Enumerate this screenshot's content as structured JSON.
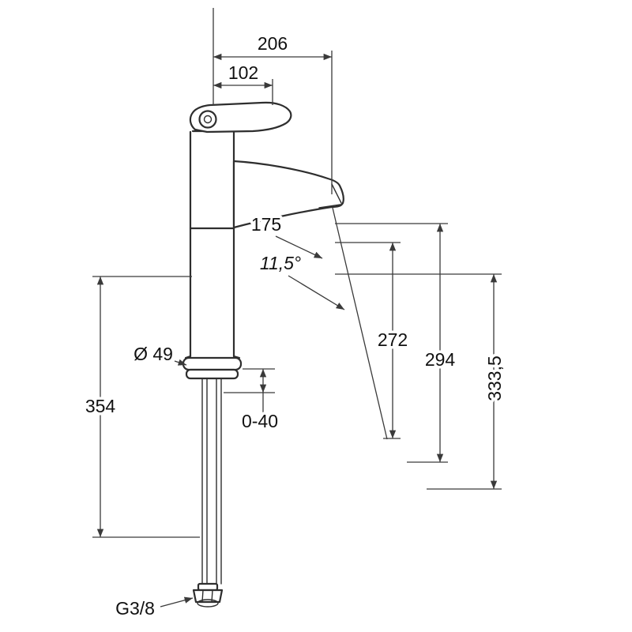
{
  "drawing": {
    "type": "technical-dimension-drawing",
    "subject": "single-lever tall basin mixer faucet, side view with mounting hoses",
    "labels": {
      "dim_206": "206",
      "dim_102": "102",
      "dim_175": "175",
      "angle_11_5": "11,5°",
      "dim_272": "272",
      "dim_294": "294",
      "dim_333_5": "333,5",
      "dia_49": "Ø 49",
      "dim_354": "354",
      "dim_0_40": "0-40",
      "thread_g38": "G3/8"
    },
    "colors": {
      "outline": "#2e2e2e",
      "dimension_line": "#3a3a3a",
      "text": "#111111",
      "background": "#ffffff"
    }
  }
}
